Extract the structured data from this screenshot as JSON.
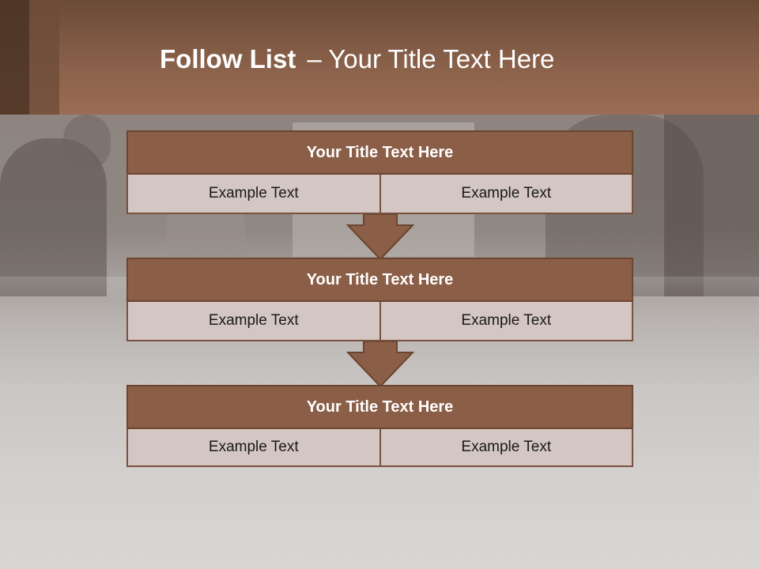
{
  "slide": {
    "title_bold": "Follow List",
    "title_rest": "– Your Title Text Here"
  },
  "blocks": [
    {
      "title": "Your Title Text Here",
      "left": "Example Text",
      "right": "Example Text"
    },
    {
      "title": "Your Title Text Here",
      "left": "Example Text",
      "right": "Example Text"
    },
    {
      "title": "Your Title Text Here",
      "left": "Example Text",
      "right": "Example Text"
    }
  ],
  "colors": {
    "header": "#8b624b",
    "block_title": "#8b5e47",
    "block_cell": "#d4c6c2",
    "arrow": "#8b5e47"
  }
}
